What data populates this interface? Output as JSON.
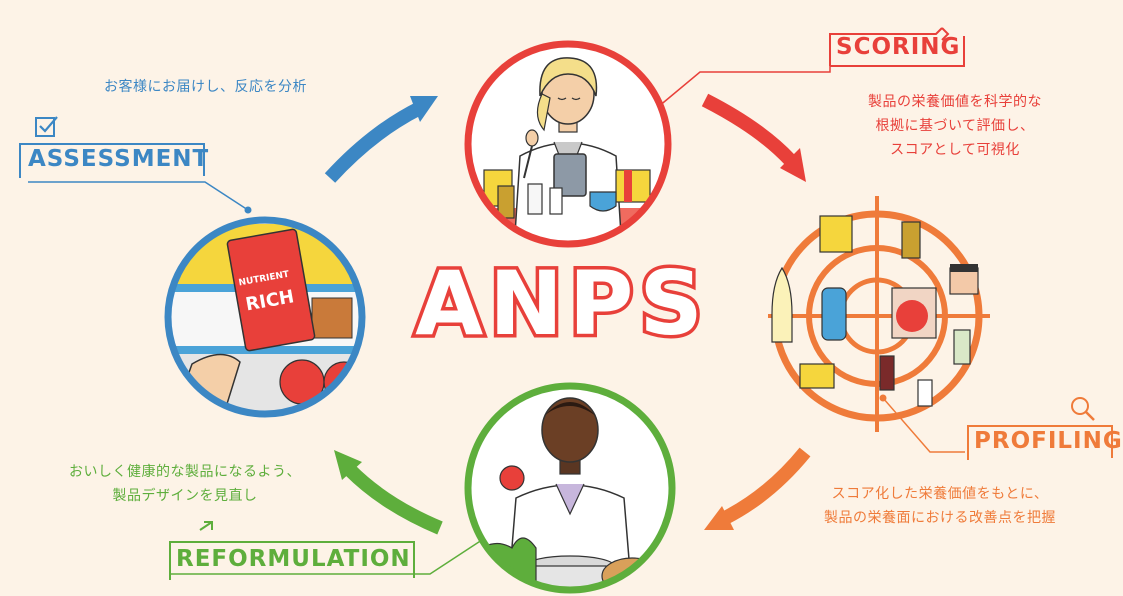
{
  "title": "ANPS",
  "stages": {
    "scoring": {
      "label": "SCORING",
      "description": [
        "製品の栄養価値を科学的な",
        "根拠に基づいて評価し、",
        "スコアとして可視化"
      ],
      "color": "#e8403a"
    },
    "profiling": {
      "label": "PROFILING",
      "description": [
        "スコア化した栄養価値をもとに、",
        "製品の栄養面における改善点を把握"
      ],
      "color": "#ef7b3a"
    },
    "reformulation": {
      "label": "REFORMULATION",
      "description": [
        "おいしく健康的な製品になるよう、",
        "製品デザインを見直し"
      ],
      "color": "#5eae3c"
    },
    "assessment": {
      "label": "ASSESSMENT",
      "description": [
        "お客様にお届けし、反応を分析"
      ],
      "color": "#3c87c4"
    }
  },
  "package_text": {
    "line1": "NUTRIENT",
    "line2": "RICH"
  }
}
